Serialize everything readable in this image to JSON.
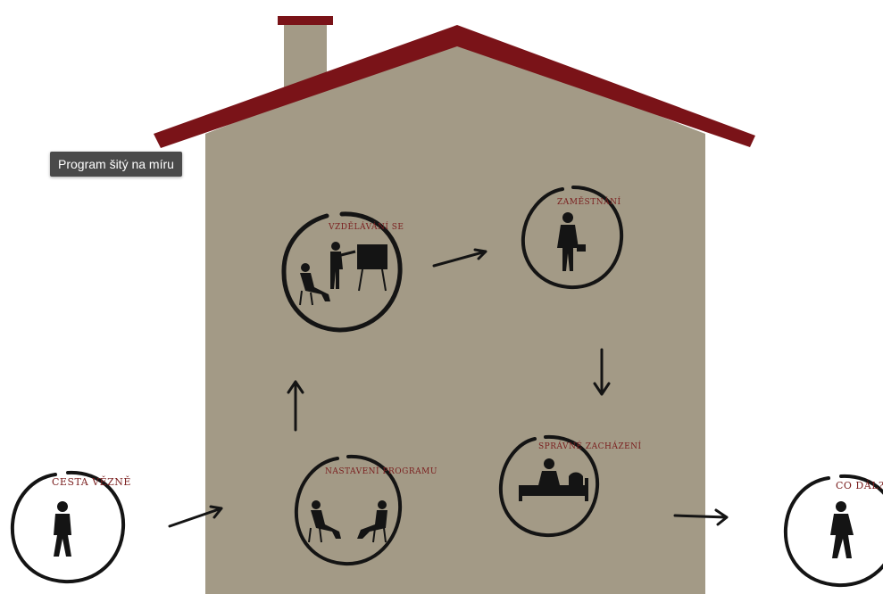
{
  "tooltip": {
    "text": "Program šitý na míru"
  },
  "colors": {
    "wall": "#a39a86",
    "roof": "#7a1318",
    "chimney": "#a39a86",
    "ink": "#141414",
    "label": "#7a1e1e",
    "background": "#ffffff"
  },
  "nodes": {
    "education": {
      "label": "VZDĚLÁVÁNÍ SE",
      "icon": "teacher-and-student-icon"
    },
    "employment": {
      "label": "ZAMĚSTNÁNÍ",
      "icon": "worker-with-toolbox-icon"
    },
    "conduct": {
      "label": "SPRÁVNÉ ZACHÁZENÍ",
      "icon": "person-on-bed-icon"
    },
    "setup": {
      "label": "NASTAVENÍ PROGRAMU",
      "icon": "two-people-talking-icon"
    },
    "journey": {
      "label": "CESTA VĚZNĚ",
      "icon": "walking-prisoner-icon"
    },
    "next": {
      "label": "CO DÁL?",
      "icon": "walking-person-icon"
    }
  }
}
